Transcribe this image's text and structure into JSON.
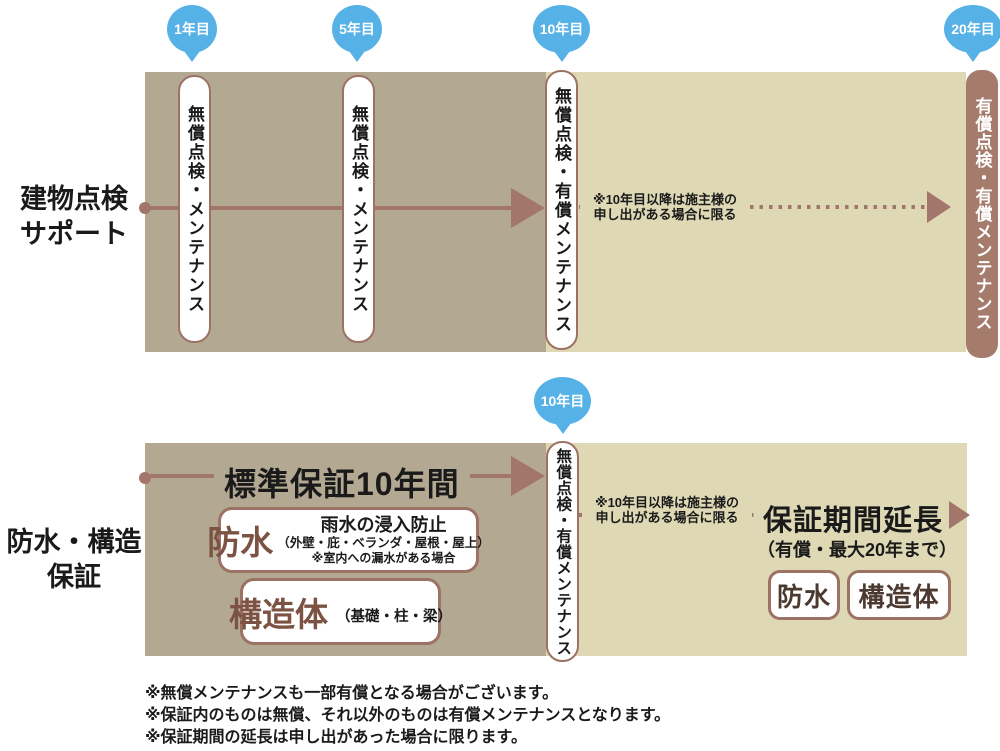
{
  "colors": {
    "band_dark": "#b3a892",
    "band_light": "#ded9b4",
    "arrow": "#a2766b",
    "box_border": "#9c7264",
    "paid_box": "#a57b6c",
    "marker_blue": "#56b1e7",
    "title_brown": "#7c5343",
    "tag_text": "#4c3a31"
  },
  "inspection": {
    "title_line1": "建物点検",
    "title_line2": "サポート",
    "markers": [
      "1年目",
      "5年目",
      "10年目",
      "20年目"
    ],
    "box_year1": "無償点検・メンテナンス",
    "box_year5": "無償点検・メンテナンス",
    "box_year10": "無償点検・有償メンテナンス",
    "box_year20": "有償点検・有償メンテナンス",
    "note_line1": "※10年目以降は施主様の",
    "note_line2": "申し出がある場合に限る"
  },
  "warranty": {
    "title_line1": "防水・構造",
    "title_line2": "保証",
    "marker": "10年目",
    "standard_label": "標準保証10年間",
    "box_year10": "無償点検・有償メンテナンス",
    "note_line1": "※10年目以降は施主様の",
    "note_line2": "申し出がある場合に限る",
    "waterproof_title": "防水",
    "waterproof_line1": "雨水の浸入防止",
    "waterproof_line2": "（外壁・庇・ベランダ・屋根・屋上）",
    "waterproof_line3": "※室内への漏水がある場合",
    "structure_title": "構造体",
    "structure_detail": "（基礎・柱・梁）",
    "extension_title": "保証期間延長",
    "extension_subtitle": "（有償・最大20年まで）",
    "extension_tag1": "防水",
    "extension_tag2": "構造体"
  },
  "footnotes": [
    "※無償メンテナンスも一部有償となる場合がございます。",
    "※保証内のものは無償、それ以外のものは有償メンテナンスとなります。",
    "※保証期間の延長は申し出があった場合に限ります。"
  ]
}
